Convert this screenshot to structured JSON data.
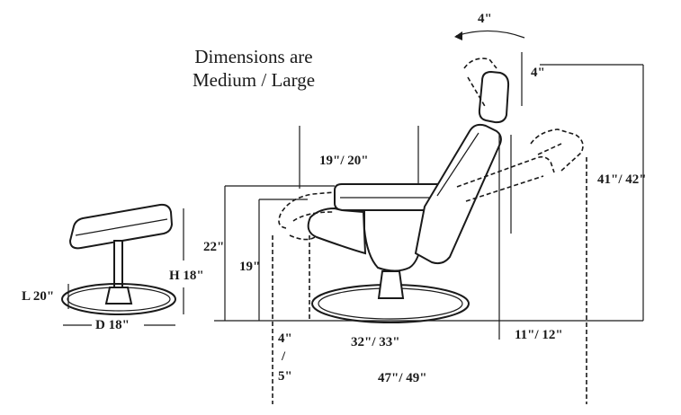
{
  "note": {
    "line1": "Dimensions are",
    "line2": "Medium / Large"
  },
  "ottoman": {
    "length": "L 20\"",
    "depth": "D 18\"",
    "height": "H 18\""
  },
  "chair": {
    "headrest_tilt": "4\"",
    "headrest_rise": "4\"",
    "seat_depth": "19\"/ 20\"",
    "overall_height": "41\"/ 42\"",
    "arm_height": "22\"",
    "seat_height": "19\"",
    "base_diameter": "32\"/ 33\"",
    "recline_extension": "11\"/ 12\"",
    "front_offset_a": "4\"",
    "front_offset_sep": "/",
    "front_offset_b": "5\"",
    "overall_length": "47\"/ 49\""
  }
}
